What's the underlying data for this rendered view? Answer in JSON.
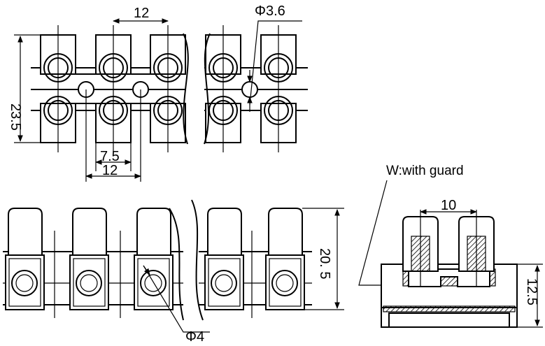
{
  "top_view": {
    "pitch_label": "12",
    "hole_label": "Φ3.6",
    "height_label": "23.5",
    "inner_label": "7.5",
    "bottom_pitch_label": "12"
  },
  "front_view": {
    "height_label": "20. 5",
    "screw_label": "Φ4"
  },
  "side_view": {
    "title": "W:with guard",
    "width_label": "10",
    "height_label": "12.5"
  }
}
